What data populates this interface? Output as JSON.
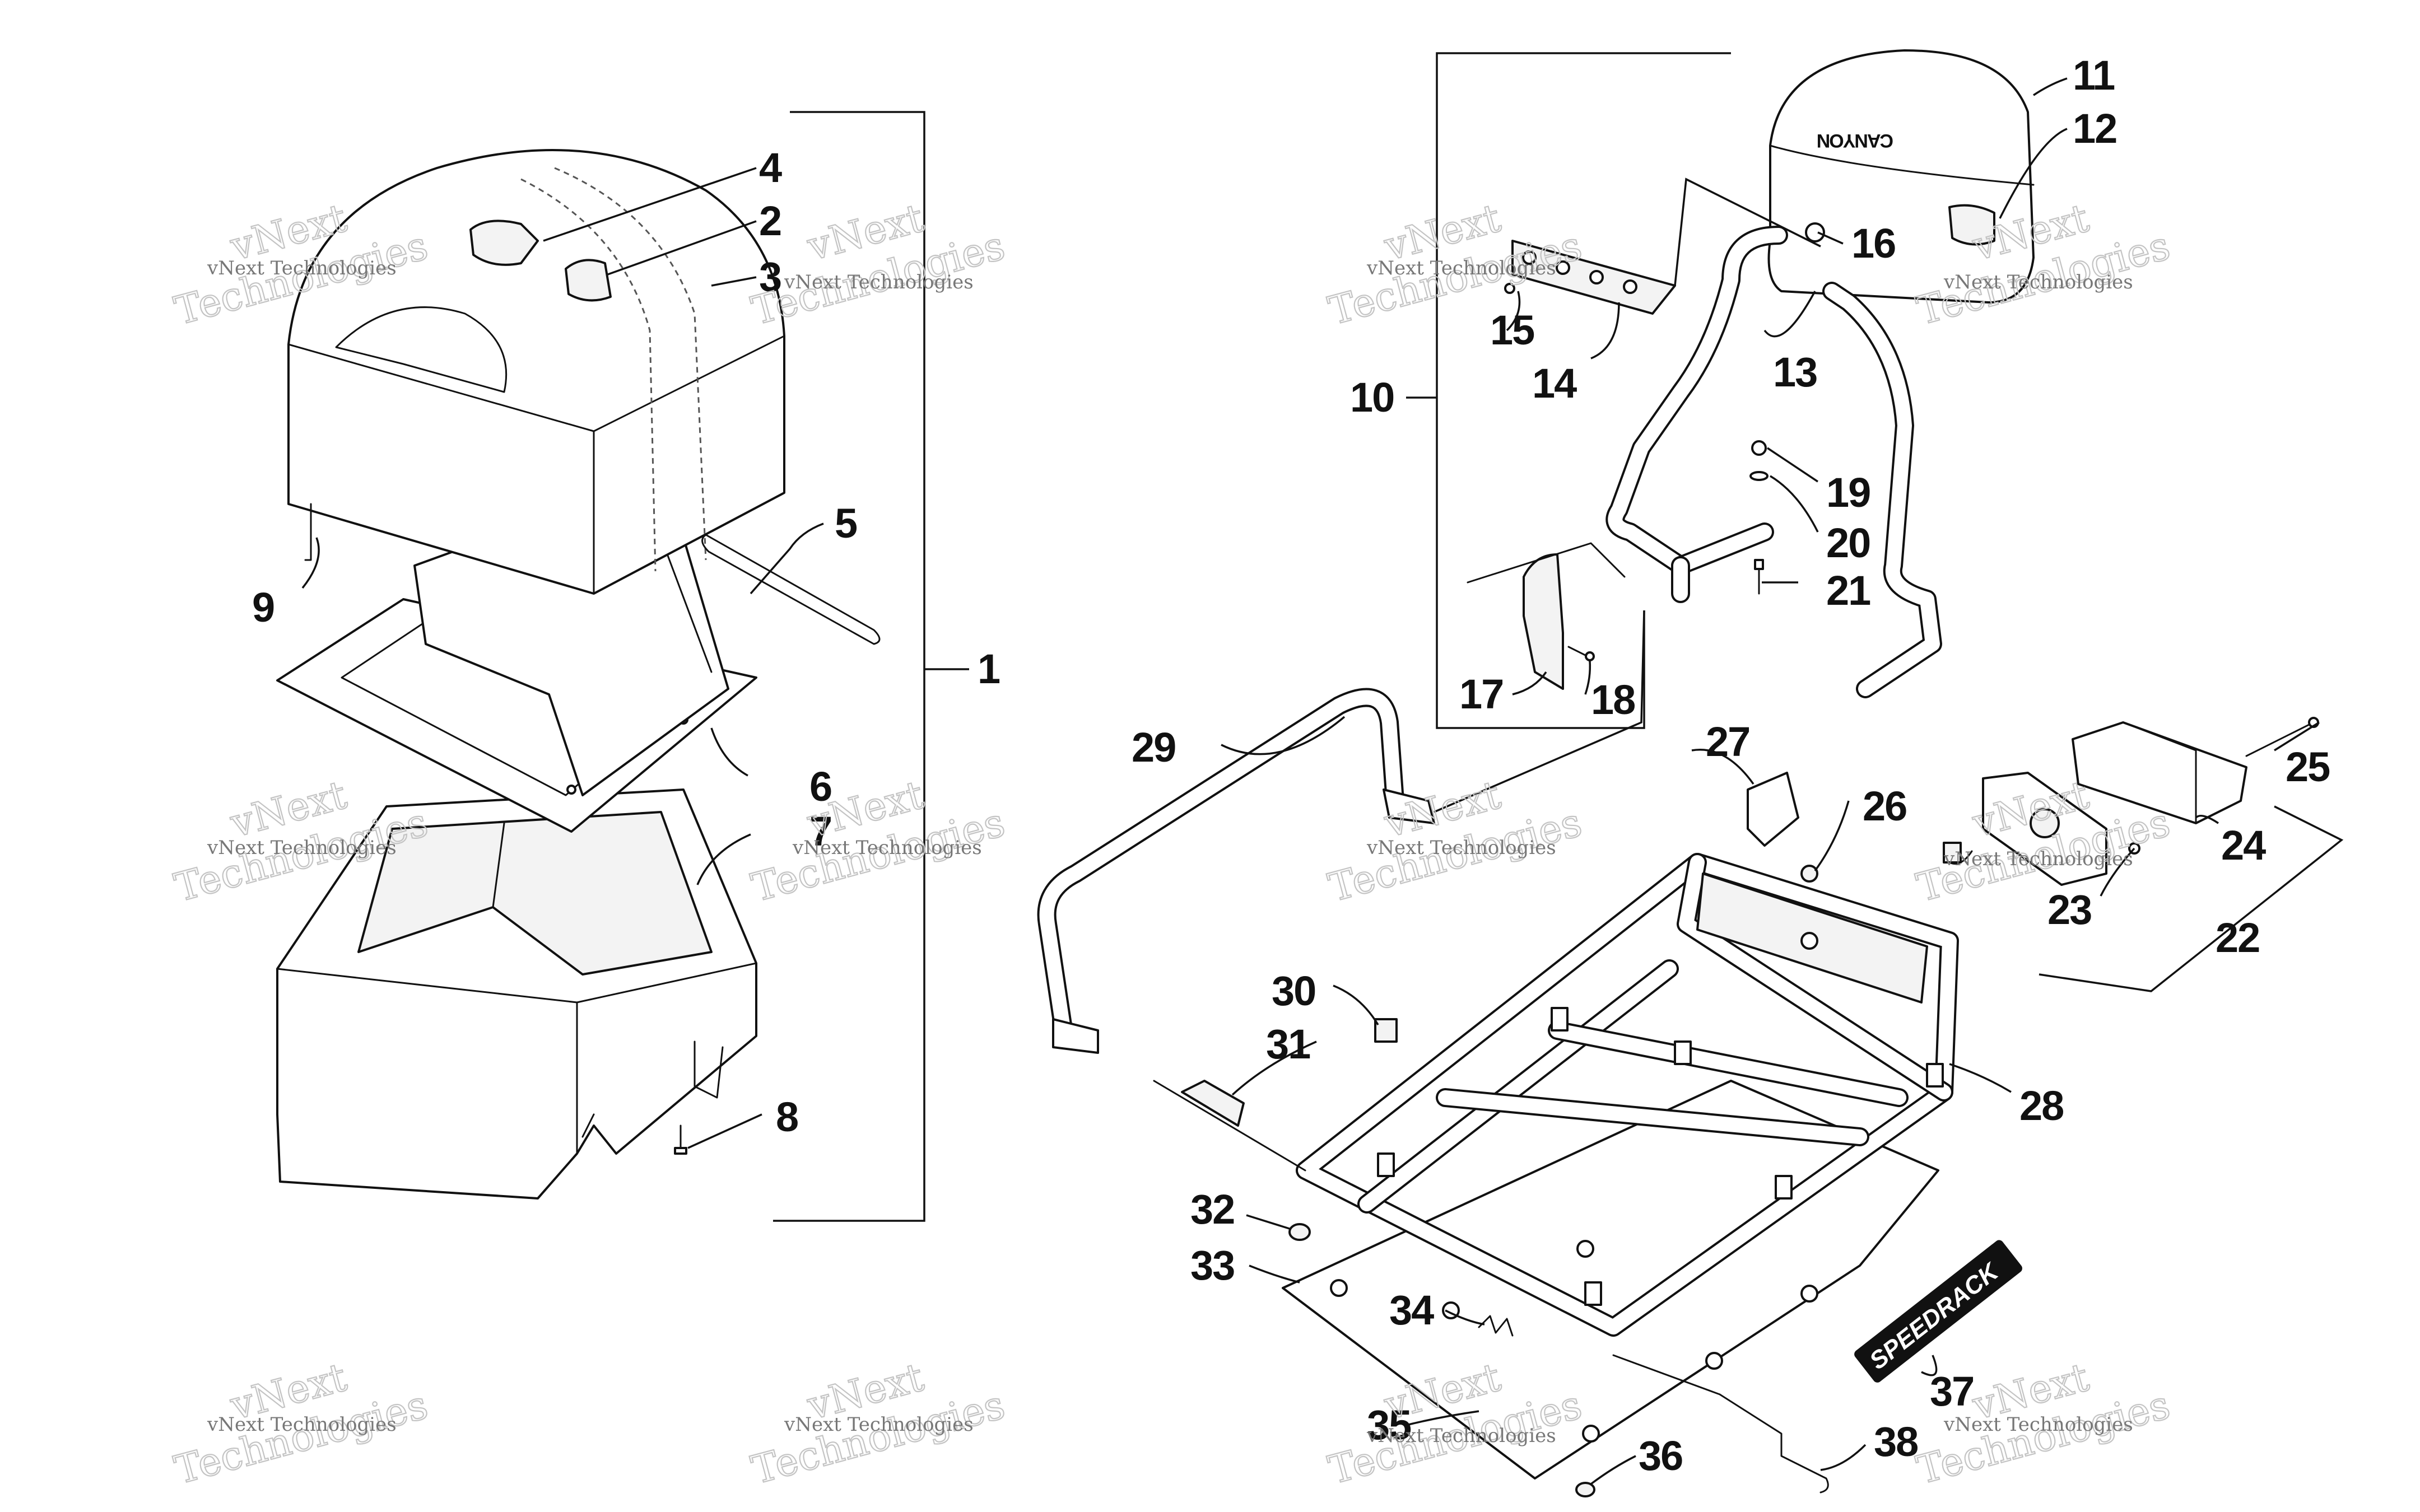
{
  "callouts": [
    "1",
    "2",
    "3",
    "4",
    "5",
    "6",
    "7",
    "8",
    "9",
    "10",
    "11",
    "12",
    "13",
    "14",
    "15",
    "16",
    "17",
    "18",
    "19",
    "20",
    "21",
    "22",
    "23",
    "24",
    "25",
    "26",
    "27",
    "28",
    "29",
    "30",
    "31",
    "32",
    "33",
    "34",
    "35",
    "36",
    "37",
    "38"
  ],
  "watermark": {
    "company": "vNext Technologies",
    "big_line1": "vNext",
    "big_line2": "Technologies"
  },
  "labels": {
    "speedrack_logo": "SPEEDRACK"
  }
}
